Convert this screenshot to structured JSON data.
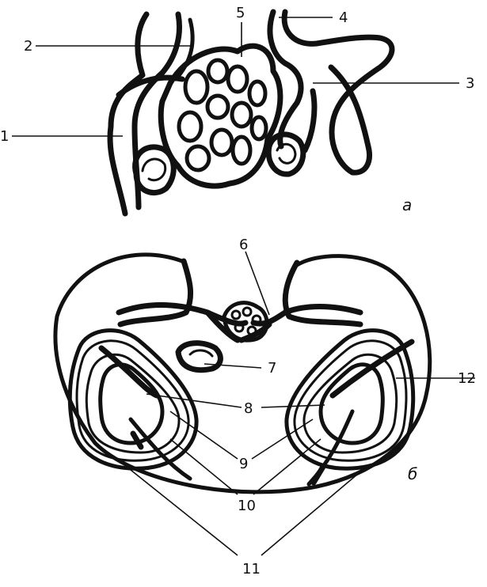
{
  "labels": {
    "n1": "1",
    "n2": "2",
    "n3": "3",
    "n4": "4",
    "n5": "5",
    "n6": "6",
    "n7": "7",
    "n8": "8",
    "n9": "9",
    "n10": "10",
    "n11": "11",
    "n12": "12"
  },
  "panels": {
    "a": "а",
    "b": "б"
  }
}
